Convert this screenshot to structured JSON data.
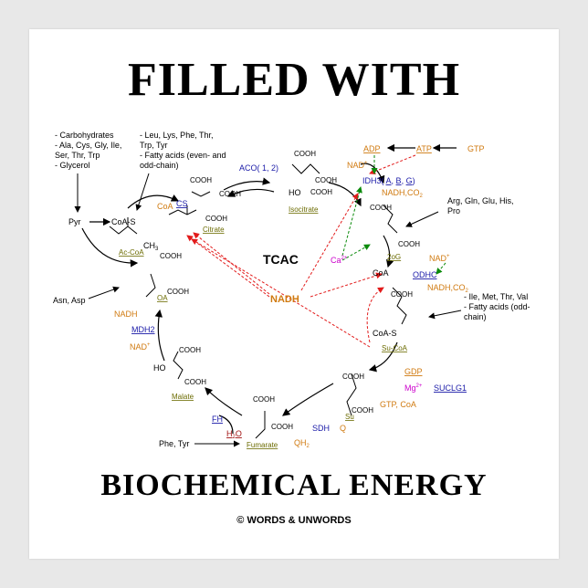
{
  "titles": {
    "top": "FILLED WITH",
    "bottom": "BIOCHEMICAL ENERGY",
    "copyright": "© WORDS & UNWORDS"
  },
  "colors": {
    "black": "#000000",
    "orange": "#d07a10",
    "blue": "#1a1aa8",
    "olive": "#6b6b00",
    "green": "#0a8a0a",
    "red": "#e21b1b",
    "magenta": "#cc00cc"
  },
  "left_inputs": [
    "- Carbohydrates",
    "- Ala, Cys, Gly, Ile,",
    "  Ser, Thr, Trp",
    "- Glycerol"
  ],
  "mid_inputs": [
    "- Leu, Lys,  Phe, Thr,",
    "  Trp, Tyr",
    "- Fatty acids (even- and",
    "  odd-chain)"
  ],
  "right_inputs": [
    "Arg, Gln, Glu, His,",
    "Pro"
  ],
  "ile_inputs": [
    "- Ile, Met, Thr, Val",
    "- Fatty acids (odd-",
    "  chain)"
  ],
  "labels": {
    "pyr": "Pyr",
    "coas": "CoA-S",
    "ch3": "CH",
    "ch3_sub": "3",
    "accoa": "Ac-CoA",
    "coa_orange": "CoA",
    "cs": "CS",
    "citrate": "Citrate",
    "aco": "ACO( 1, 2)",
    "isocitrate": "Isocitrate",
    "ho": "HO",
    "adp": "ADP",
    "atp": "ATP",
    "gtp": "GTP",
    "nadplus": "NAD",
    "sup_plus": "+",
    "idh3_pre": "IDH3( ",
    "idh3_a": "A",
    "idh3_b": "B",
    "idh3_g": "G",
    "idh3_post": ")",
    "nadh_co2": "NADH,CO",
    "sub2": "2",
    "two_og": "2oG",
    "ca": "Ca",
    "ca_sup": "2+",
    "coa": "CoA",
    "odhc": "ODHC",
    "tcac": "TCAC",
    "nadh": "NADH",
    "succoa": "Su-CoA",
    "coas2": "CoA-S",
    "gdp": "GDP",
    "mg": "Mg",
    "mg_sup": "2+",
    "suclg1": "SUCLG1",
    "gtp_coa": "GTP, CoA",
    "su": "Su",
    "sdh": "SDH",
    "q": "Q",
    "qh2": "QH",
    "fumarate": "Fumarate",
    "h2o": "H",
    "h2o_o": "O",
    "fh": "FH",
    "phe_tyr": "Phe, Tyr",
    "malate": "Malate",
    "mdh2": "MDH2",
    "nadh_left": "NADH",
    "nad_left": "NAD",
    "oa": "OA",
    "asn_asp": "Asn, Asp",
    "cooh": "COOH",
    "ho_left": "HO"
  }
}
